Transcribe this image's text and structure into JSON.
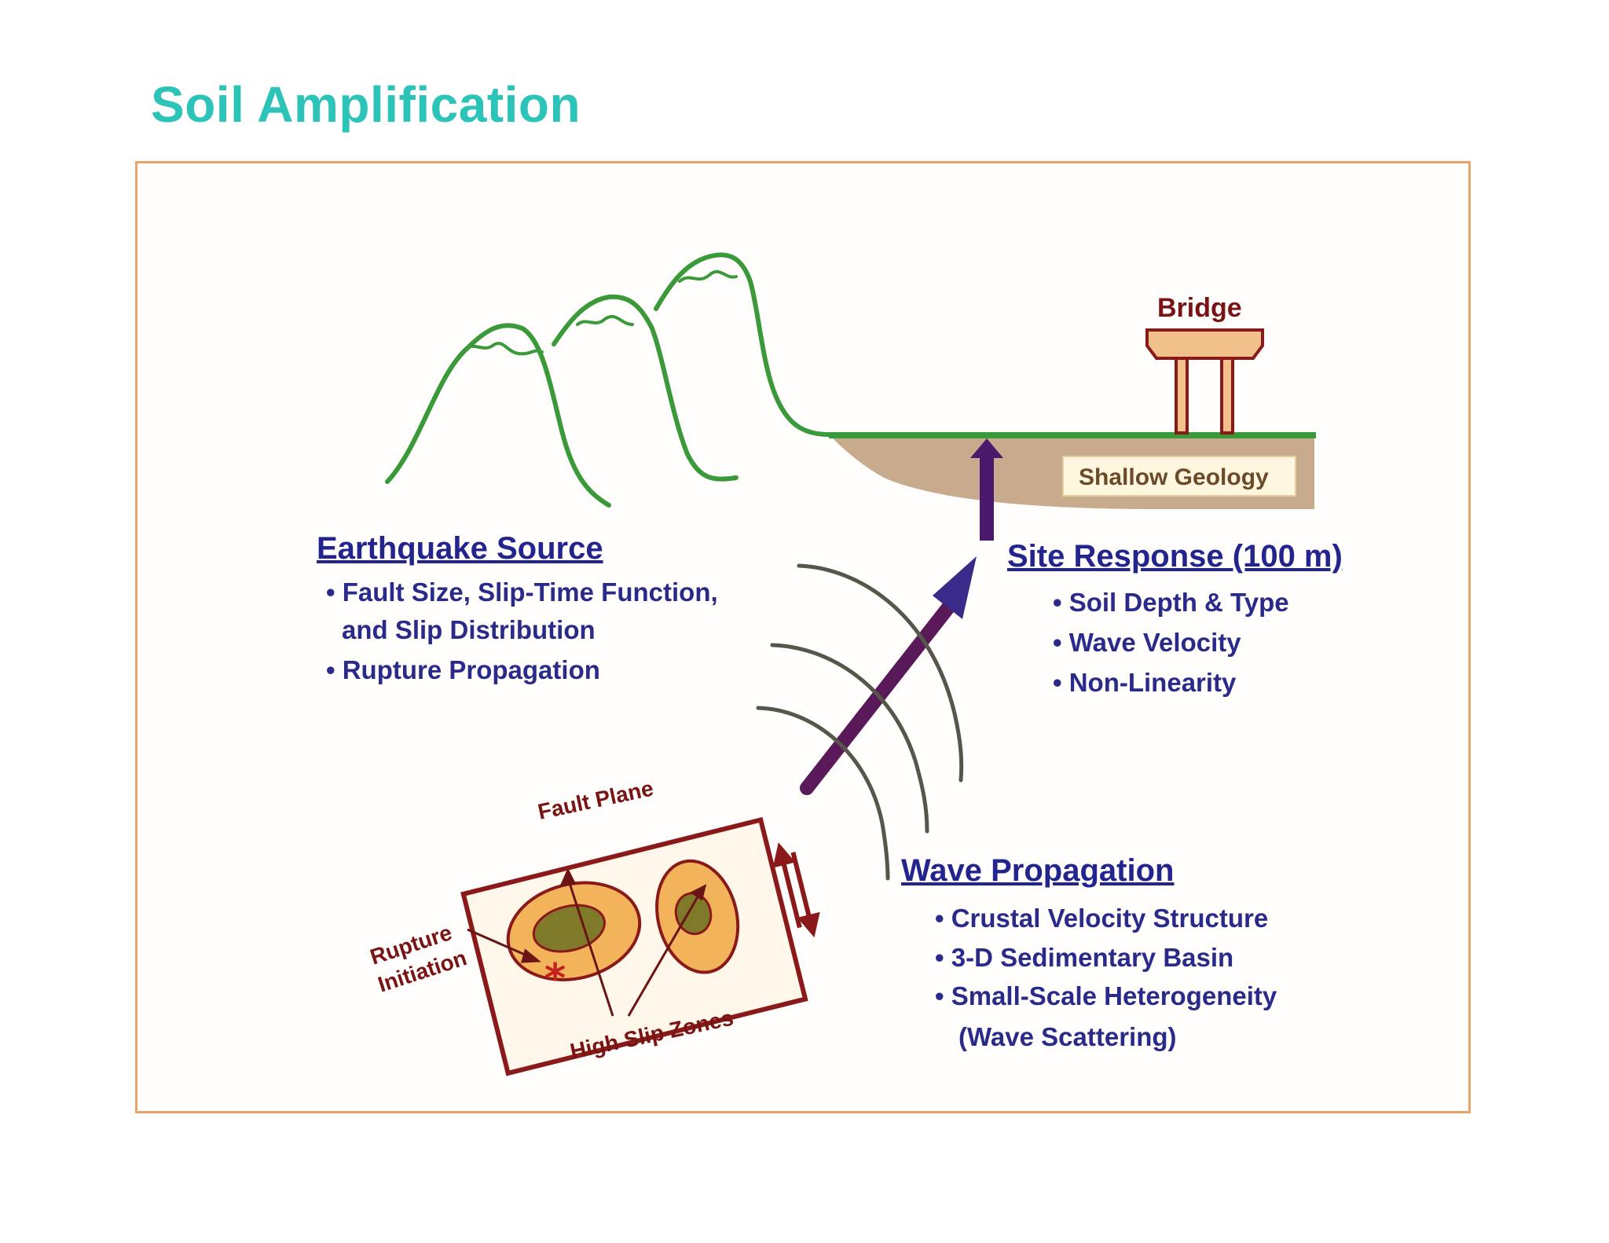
{
  "title": "Soil Amplification",
  "colors": {
    "title": "#2cc3b8",
    "frame_border": "#e8a56a",
    "mountains": "#3a9a3a",
    "ground": "#c7ab8c",
    "heading_text": "#24248f",
    "fault_red": "#8a1a1a",
    "slip_orange": "#f2b35a",
    "slip_core": "#7f7a2a",
    "arrow": "#5a1a5a",
    "waves": "#56564a"
  },
  "diagram": {
    "bridge_label": "Bridge",
    "shallow_geology_label": "Shallow Geology",
    "earthquake_source": {
      "heading": "Earthquake Source",
      "bullets": [
        "• Fault Size, Slip-Time Function,",
        "and Slip Distribution",
        "• Rupture Propagation"
      ]
    },
    "site_response": {
      "heading": "Site Response (100 m)",
      "bullets": [
        "• Soil Depth & Type",
        "• Wave Velocity",
        "• Non-Linearity"
      ]
    },
    "wave_propagation": {
      "heading": "Wave Propagation",
      "bullets": [
        "• Crustal Velocity Structure",
        "• 3-D Sedimentary Basin",
        "• Small-Scale Heterogeneity",
        "(Wave Scattering)"
      ]
    },
    "fault_plane_label": "Fault Plane",
    "rupture_initiation_label": [
      "Rupture",
      "Initiation"
    ],
    "high_slip_zones_label": "High Slip Zones"
  }
}
